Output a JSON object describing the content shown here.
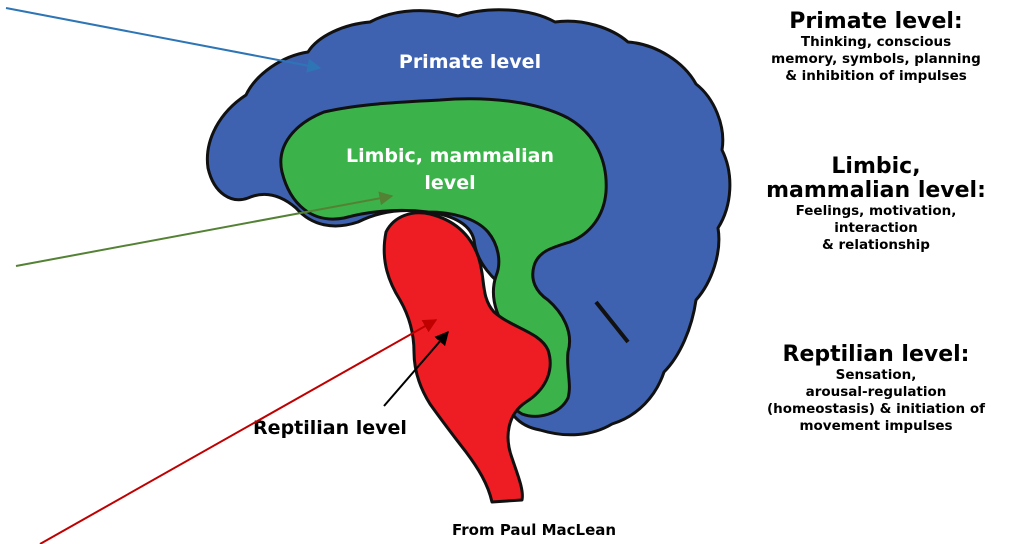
{
  "diagram": {
    "labels": {
      "primate": "Primate level",
      "limbic_line1": "Limbic, mammalian",
      "limbic_line2": "level",
      "reptilian": "Reptilian level"
    },
    "colors": {
      "primate": "#3f62b0",
      "limbic": "#3bb34a",
      "reptilian": "#ee1c23",
      "outline": "#111111",
      "arrow_primate": "#2e75b6",
      "arrow_limbic": "#548235",
      "arrow_reptilian": "#c00000",
      "arrow_inner": "#000000"
    }
  },
  "legend": {
    "primate": {
      "heading": "Primate level:",
      "description": "Thinking, conscious\nmemory, symbols, planning\n& inhibition of impulses"
    },
    "limbic": {
      "heading_line1": "Limbic,",
      "heading_line2": "mammalian level:",
      "description": "Feelings, motivation,\ninteraction\n& relationship"
    },
    "reptilian": {
      "heading": "Reptilian level:",
      "description": "Sensation,\narousal-regulation\n(homeostasis) & initiation of\nmovement impulses"
    }
  },
  "credit": "From Paul MacLean"
}
